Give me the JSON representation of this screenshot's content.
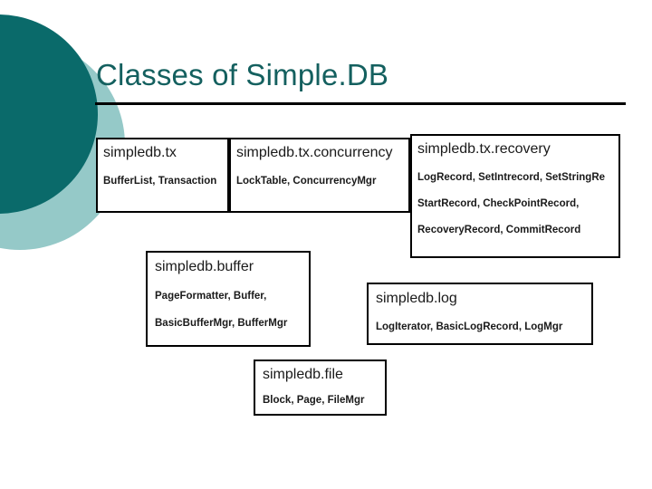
{
  "slide": {
    "title": "Classes of Simple.DB",
    "accent_color": "#14605f",
    "deco_dark_color": "#0a6a6a",
    "deco_light_color": "#95c9c8",
    "rule_color": "#000000",
    "background_color": "#ffffff"
  },
  "packages": {
    "tx": {
      "name": "simpledb.tx",
      "classes": [
        "BufferList, Transaction"
      ]
    },
    "concurrency": {
      "name": "simpledb.tx.concurrency",
      "classes": [
        "LockTable, ConcurrencyMgr"
      ]
    },
    "recovery": {
      "name": "simpledb.tx.recovery",
      "classes": [
        "LogRecord, SetIntrecord, SetStringRe",
        "StartRecord, CheckPointRecord,",
        "RecoveryRecord, CommitRecord"
      ]
    },
    "buffer": {
      "name": "simpledb.buffer",
      "classes": [
        "PageFormatter, Buffer,",
        "BasicBufferMgr, BufferMgr"
      ]
    },
    "log": {
      "name": "simpledb.log",
      "classes": [
        "LogIterator, BasicLogRecord, LogMgr"
      ]
    },
    "file": {
      "name": "simpledb.file",
      "classes": [
        "Block, Page, FileMgr"
      ]
    }
  }
}
